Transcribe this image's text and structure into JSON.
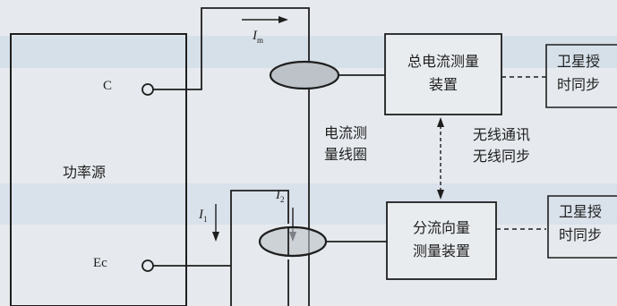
{
  "colors": {
    "background": "#e6eaee",
    "line": "#1e1e1e",
    "coil_fill": "#bcc2c8",
    "box_fill": "#e9ecef",
    "band_blue": "#c9d7e6"
  },
  "power_source": {
    "label": "功率源",
    "terminal_c": "C",
    "terminal_ec": "Ec"
  },
  "currents": {
    "im_symbol": "I",
    "im_subscript": "m",
    "i1_symbol": "I",
    "i1_subscript": "1",
    "i2_symbol": "I",
    "i2_subscript": "2"
  },
  "coil_label": {
    "line1": "电流测",
    "line2": "量线圈"
  },
  "total_device": {
    "line1": "总电流测量",
    "line2": "装置"
  },
  "branch_device": {
    "line1": "分流向量",
    "line2": "测量装置"
  },
  "wireless": {
    "line1": "无线通讯",
    "line2": "无线同步"
  },
  "satellite_top": {
    "line1": "卫星授",
    "line2": "时同步"
  },
  "satellite_bottom": {
    "line1": "卫星授",
    "line2": "时同步"
  }
}
